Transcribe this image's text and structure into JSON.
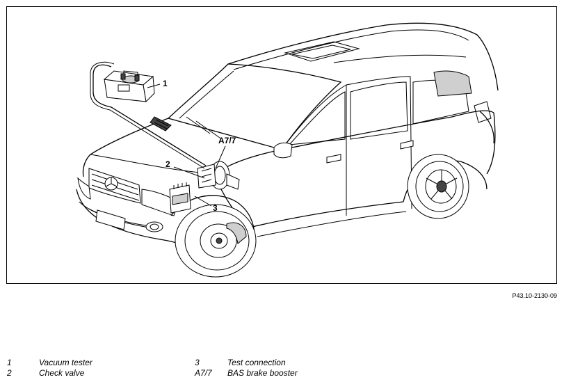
{
  "callouts": {
    "vacuum_tester": "1",
    "check_valve": "2",
    "test_connection": "3",
    "brake_booster": "A7/7"
  },
  "reference_code": "P43.10-2130-09",
  "legend": [
    {
      "number": "1",
      "text": "Vacuum tester"
    },
    {
      "number": "2",
      "text": "Check valve"
    },
    {
      "number": "3",
      "text": "Test connection"
    },
    {
      "number": "A7/7",
      "text": "BAS brake booster"
    }
  ]
}
